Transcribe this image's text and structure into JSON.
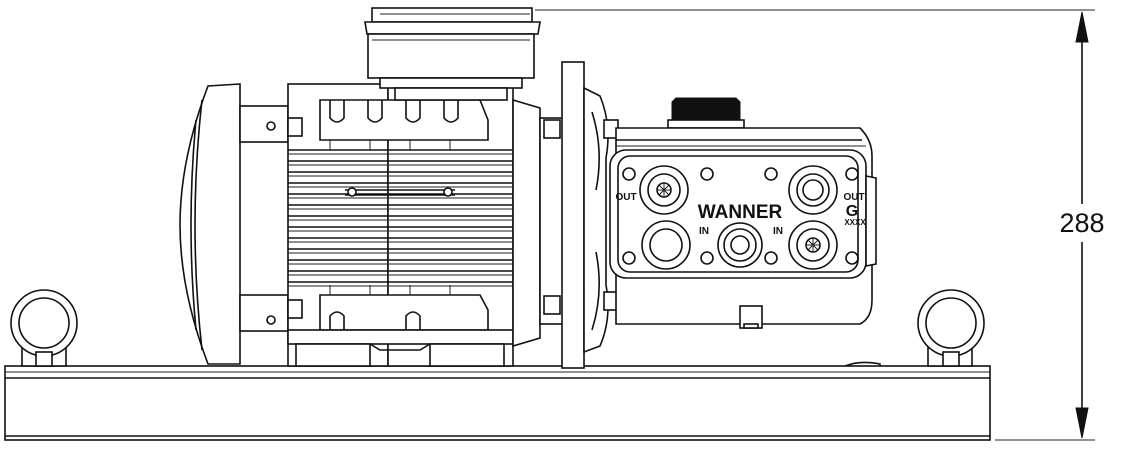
{
  "dimension": {
    "value": "288"
  },
  "pump": {
    "brand": "WANNER",
    "model_letter": "G",
    "model_code": "XXXX",
    "port_out_left": "OUT",
    "port_out_right": "OUT",
    "port_in_left": "IN",
    "port_in_right": "IN"
  },
  "colors": {
    "line": "#111111",
    "background": "#ffffff"
  }
}
